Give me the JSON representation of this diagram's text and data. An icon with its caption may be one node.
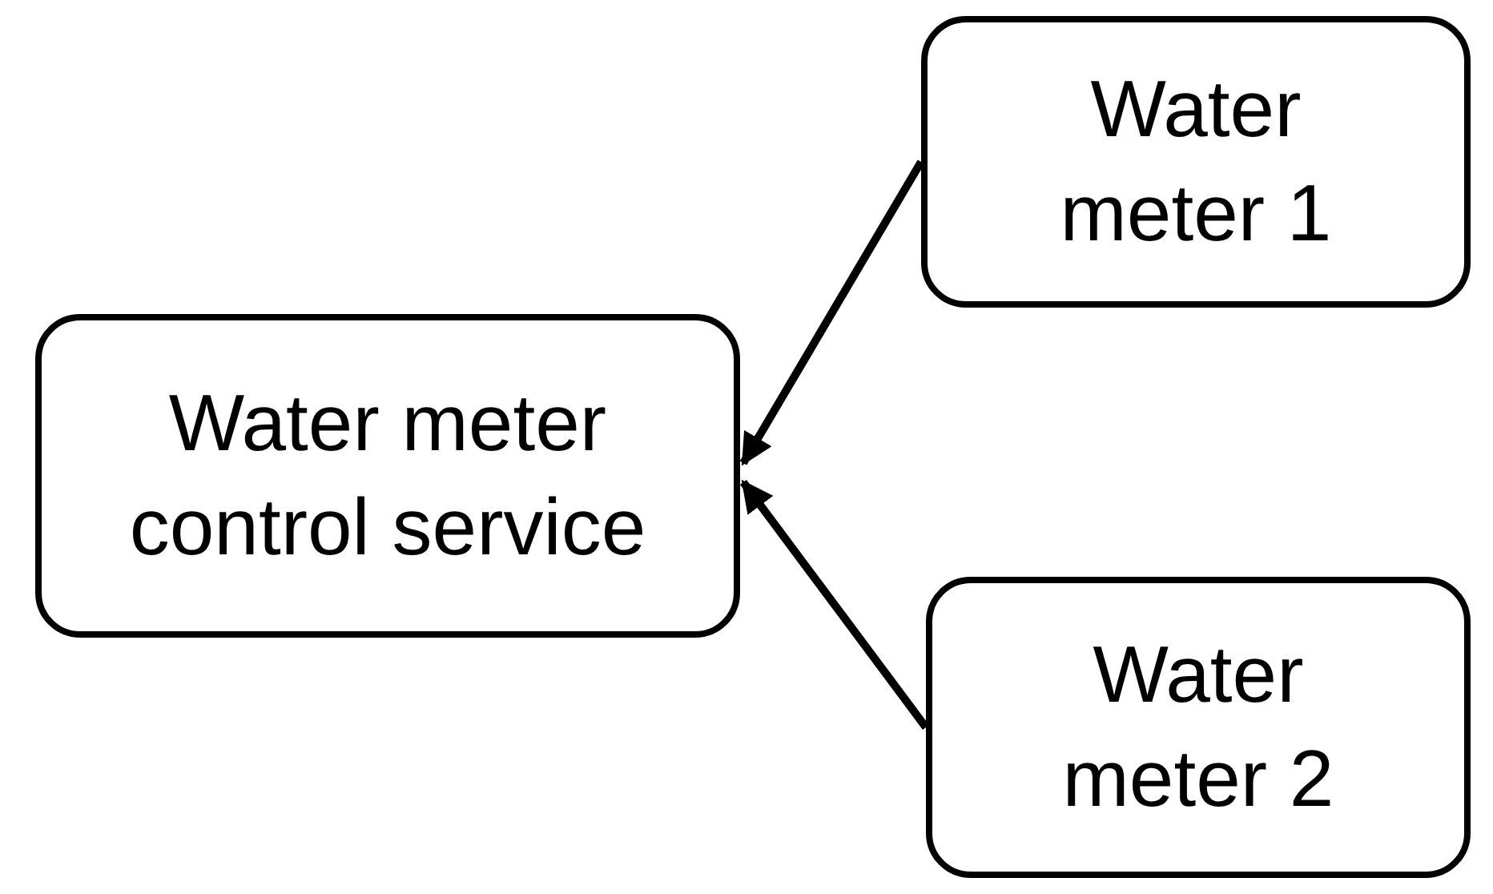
{
  "diagram": {
    "nodes": [
      {
        "text": [
          "Water meter control service"
        ]
      },
      {
        "text": [
          "Water meter 1"
        ]
      },
      {
        "text": [
          "Water meter 2"
        ]
      }
    ],
    "edges": [
      {
        "from": 1,
        "to": 0,
        "arrow": "to"
      },
      {
        "from": 2,
        "to": 0,
        "arrow": "to"
      }
    ]
  }
}
